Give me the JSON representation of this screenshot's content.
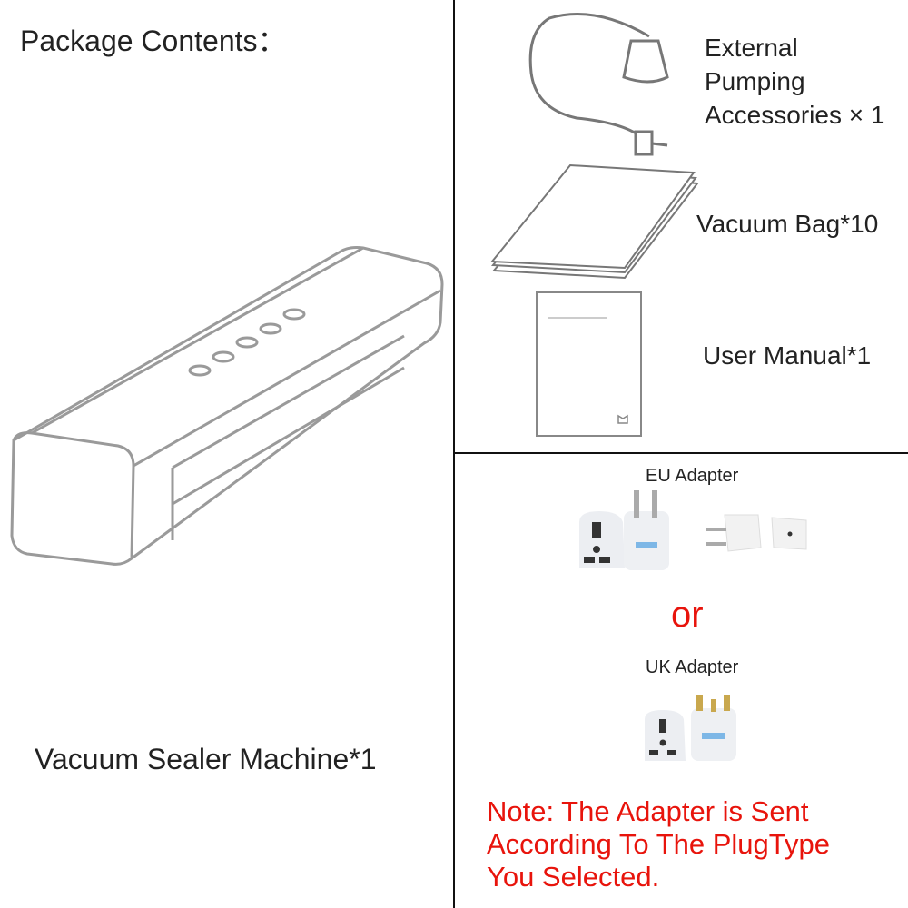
{
  "title": "Package Contents：",
  "items": {
    "machine": "Vacuum Sealer Machine*1",
    "pump_line1": "External",
    "pump_line2": "Pumping",
    "pump_line3": "Accessories × 1",
    "bag": "Vacuum Bag*10",
    "manual": "User Manual*1"
  },
  "adapters": {
    "eu": "EU Adapter",
    "or": "or",
    "uk": "UK Adapter"
  },
  "note": {
    "line1": "Note: The Adapter is Sent",
    "line2": "According To The PlugType",
    "line3": "You Selected."
  },
  "colors": {
    "note": "#e8140c",
    "line": "#111111",
    "drawing": "#9a9a9a"
  }
}
